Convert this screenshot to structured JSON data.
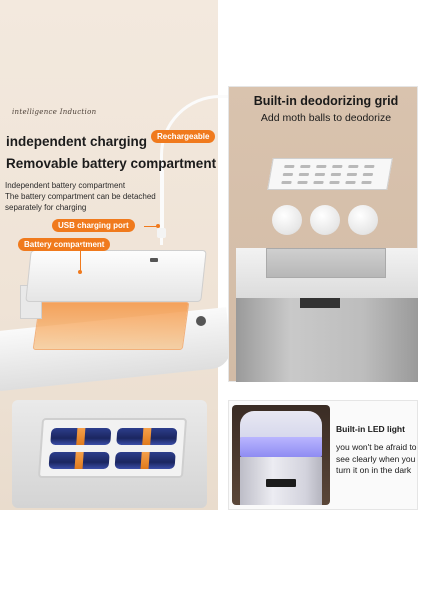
{
  "left": {
    "tagline": "intelligence Induction",
    "heading_line1": "independent charging",
    "heading_line2": "Removable battery compartment",
    "description": [
      "Independent battery compartment",
      "The battery compartment can be detached",
      "separately for charging"
    ],
    "labels": {
      "rechargeable": "Rechargeable",
      "usb_port": "USB charging port",
      "battery_compartment": "Battery compartment"
    }
  },
  "right_top": {
    "title": "Built-in deodorizing grid",
    "subtitle": "Add moth balls to deodorize"
  },
  "right_bottom": {
    "title": "Built-in LED light",
    "description": "you won't be afraid to see clearly when you turn it on in the dark"
  },
  "colors": {
    "accent": "#f07a1d",
    "beige": "#f3e9de",
    "battery_blue": "#1b2660"
  }
}
